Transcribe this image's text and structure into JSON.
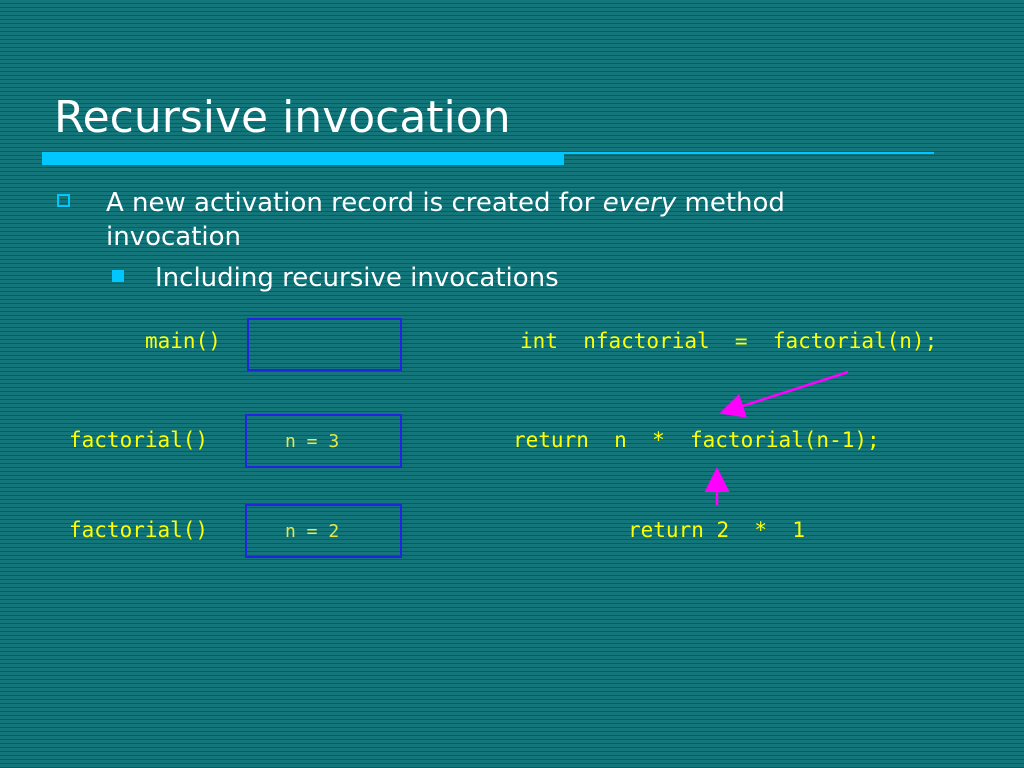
{
  "slide": {
    "title": "Recursive invocation",
    "bullets": [
      {
        "text_before": "A new activation record is created for ",
        "text_emphasis": "every",
        "text_after": " method invocation",
        "sub_bullets": [
          "Including recursive invocations"
        ]
      }
    ]
  },
  "diagram": {
    "frames": [
      {
        "method": "main()",
        "record": "",
        "code": "int  nfactorial  =  factorial(n);"
      },
      {
        "method": "factorial()",
        "record": "n = 3",
        "code": "return  n  *  factorial(n-1);"
      },
      {
        "method": "factorial()",
        "record": "n = 2",
        "code": "return 2  *  1"
      }
    ],
    "colors": {
      "background": "#0f6d73",
      "accent": "#00c7ff",
      "code_text": "#ffff00",
      "record_text": "#e6e64d",
      "record_border": "#2323e6",
      "arrow": "#ff00ff"
    }
  }
}
